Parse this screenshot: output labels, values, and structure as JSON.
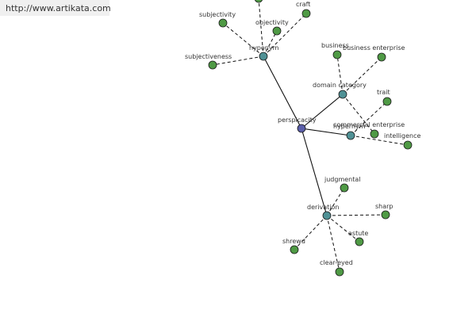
{
  "site": {
    "url": "http://www.artikata.com"
  },
  "colors": {
    "root": "#5b5faa",
    "relation": "#4f9195",
    "leaf": "#4f9a45",
    "edge": "#111111",
    "label": "#333333"
  },
  "graph": {
    "root": {
      "id": "perspicacity",
      "label": "perspicacity"
    },
    "relations": [
      {
        "id": "hyponym-1",
        "label": "hyponym",
        "children": [
          {
            "id": "subjectivity",
            "label": "subjectivity"
          },
          {
            "id": "objectivity",
            "label": "objectivity"
          },
          {
            "id": "craft",
            "label": "craft"
          },
          {
            "id": "subjectiveness",
            "label": "subjectiveness"
          },
          {
            "id": "offscreen-top",
            "label": ""
          }
        ]
      },
      {
        "id": "domain-category",
        "label": "domain category",
        "children": [
          {
            "id": "business",
            "label": "business"
          },
          {
            "id": "business-enterprise",
            "label": "business enterprise"
          },
          {
            "id": "commercial-enterprise",
            "label": "commercial enterprise"
          }
        ]
      },
      {
        "id": "hypernym",
        "label": "hypernym",
        "children": [
          {
            "id": "trait",
            "label": "trait"
          },
          {
            "id": "intelligence",
            "label": "intelligence"
          }
        ]
      },
      {
        "id": "derivation",
        "label": "derivation",
        "children": [
          {
            "id": "judgmental",
            "label": "judgmental"
          },
          {
            "id": "sharp",
            "label": "sharp"
          },
          {
            "id": "astute",
            "label": "astute"
          },
          {
            "id": "shrewd",
            "label": "shrewd"
          },
          {
            "id": "clear-eyed",
            "label": "clear-eyed"
          }
        ]
      }
    ]
  }
}
